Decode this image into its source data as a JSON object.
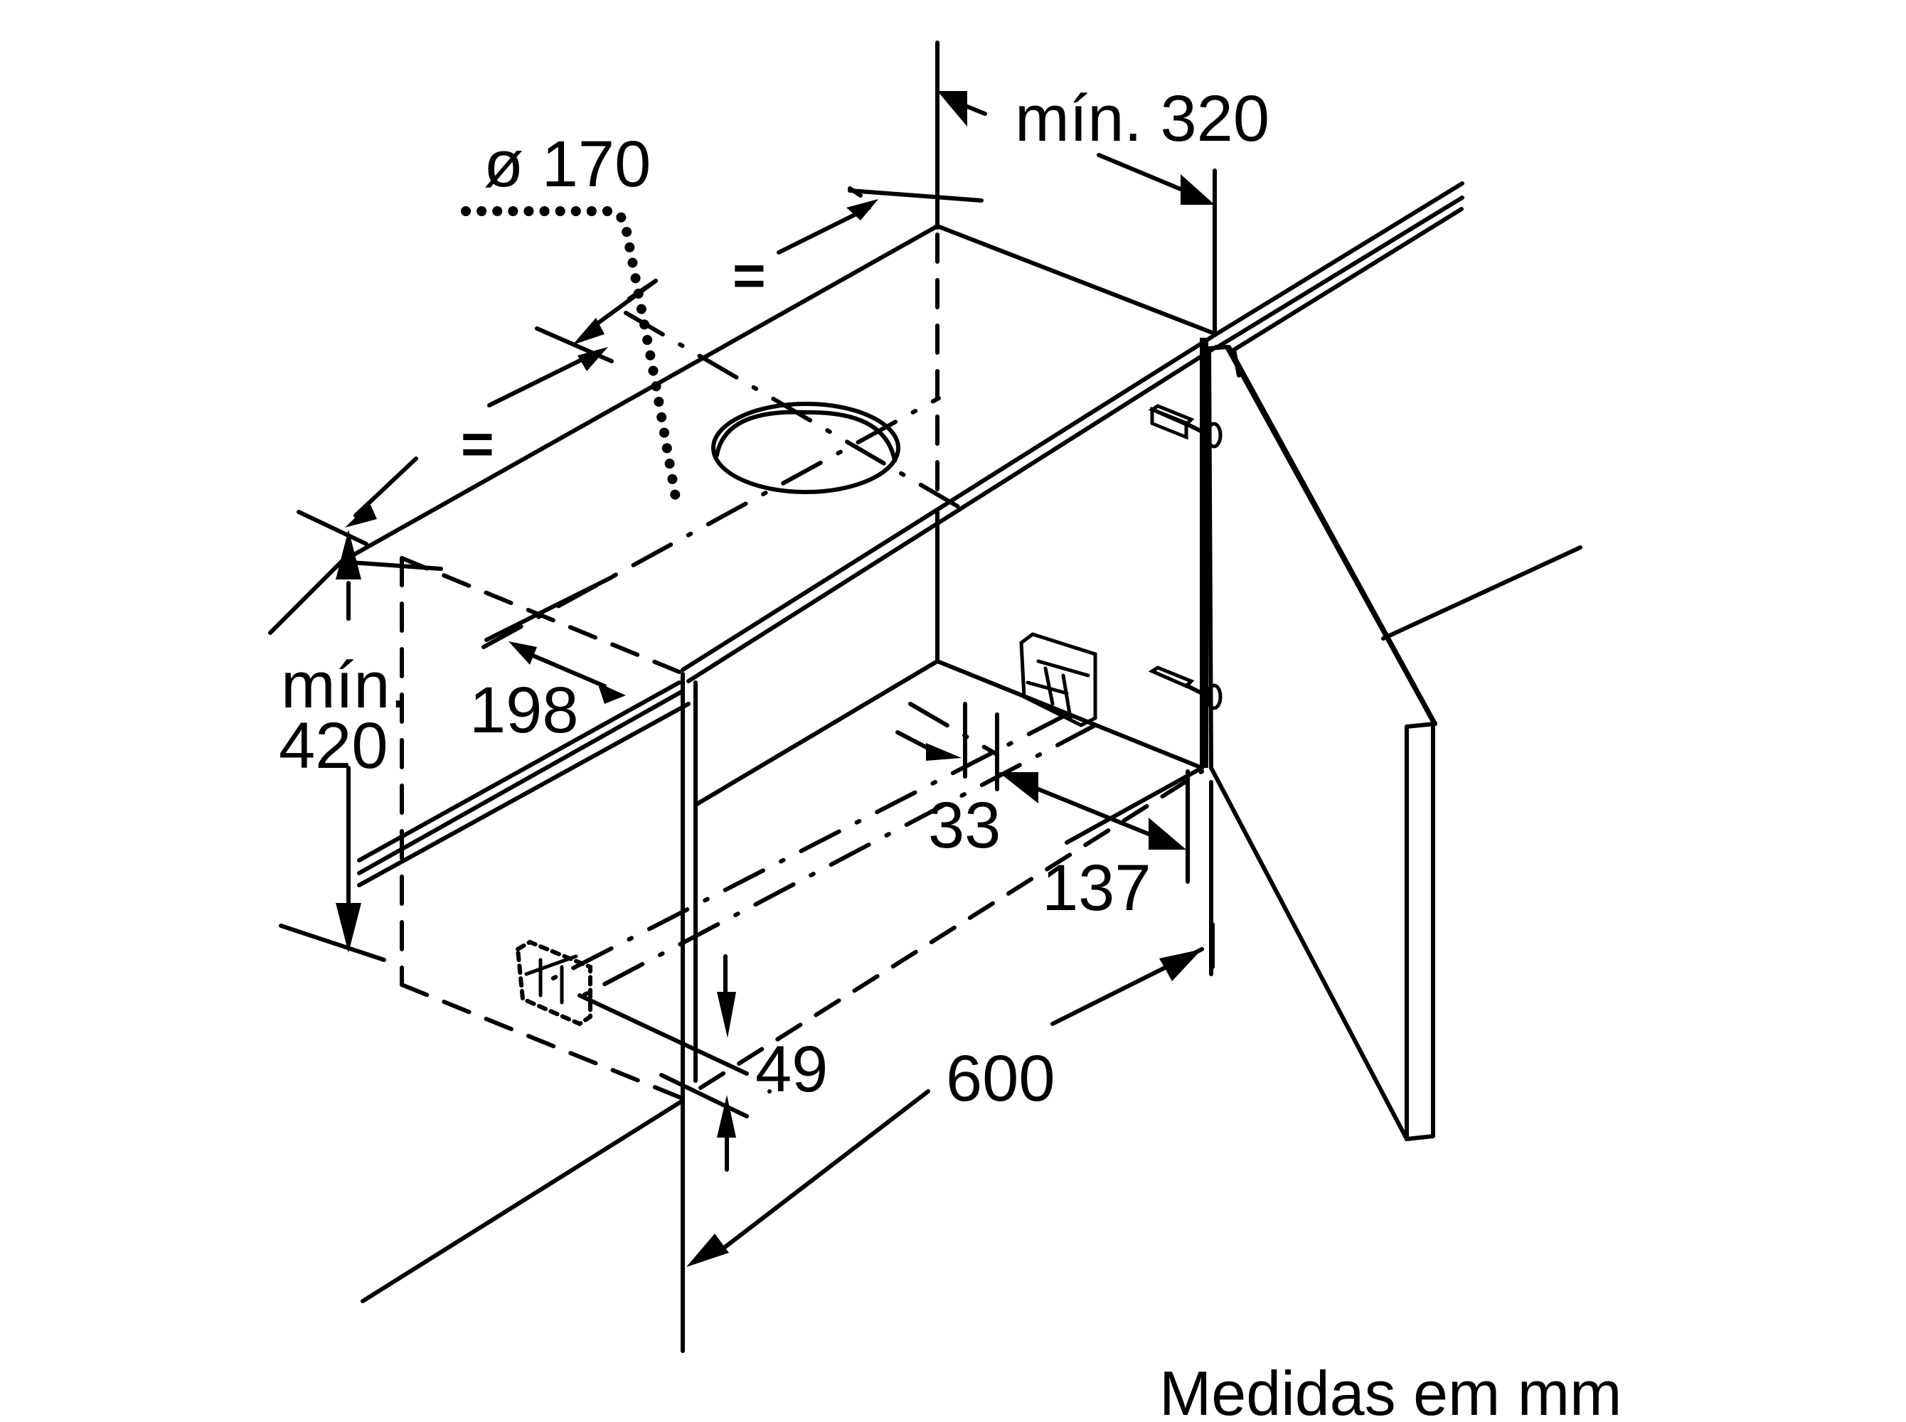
{
  "diagram": {
    "type": "technical-installation-drawing",
    "subject": "Built-in cooker hood in wall cabinet (isometric view)",
    "units_caption": "Medidas em mm",
    "colors": {
      "line": "#000000",
      "background": "#ffffff"
    }
  },
  "dimensions": {
    "duct_diameter": {
      "label": "ø 170"
    },
    "clearance_side": {
      "label": "mín. 320"
    },
    "equal_left": {
      "label": "="
    },
    "equal_right": {
      "label": "="
    },
    "cabinet_height": {
      "line1": "mín.",
      "line2": "420"
    },
    "depth_front": {
      "label": "198"
    },
    "bracket_offset": {
      "label": "33"
    },
    "bracket_depth": {
      "label": "137"
    },
    "bottom_offset": {
      "label": "49"
    },
    "cabinet_width": {
      "label": "600"
    }
  }
}
